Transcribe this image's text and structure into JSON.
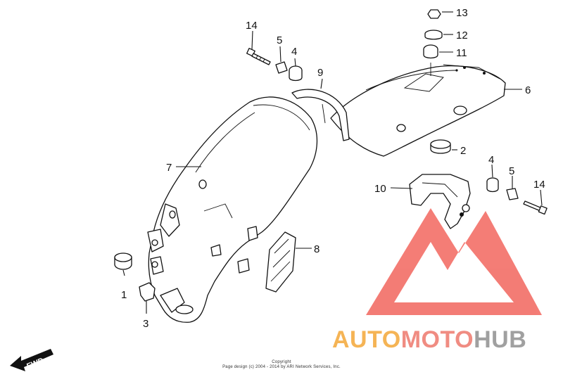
{
  "callouts": {
    "c1": "1",
    "c2": "2",
    "c3": "3",
    "c4a": "4",
    "c4b": "4",
    "c5a": "5",
    "c5b": "5",
    "c6": "6",
    "c7": "7",
    "c8": "8",
    "c9": "9",
    "c10": "10",
    "c11": "11",
    "c12": "12",
    "c13": "13",
    "c14a": "14",
    "c14b": "14"
  },
  "fwd_label": "FWD",
  "copyright": {
    "line1": "Copyright",
    "line2": "Page design (c) 2004 - 2014 by ARI Network Services, Inc."
  },
  "watermark": {
    "part1": "AUTO",
    "part2": "MOTO",
    "part3": "HUB",
    "color1": "#f5b455",
    "color2": "#f08c82",
    "color3": "#a0a0a0",
    "triangle_color": "#f2665e"
  }
}
